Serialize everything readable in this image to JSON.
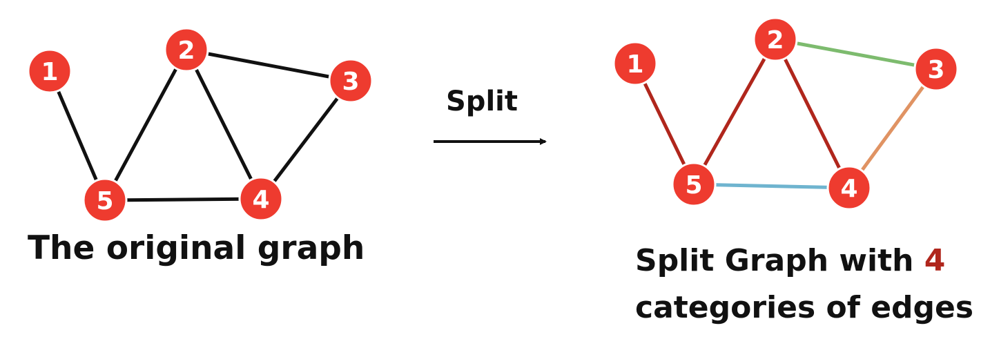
{
  "colors": {
    "node_fill": "#ee3b2f",
    "node_stroke": "#ffffff",
    "original_edge": "#111111",
    "category_1": "#b0261c",
    "category_2": "#7dbb6e",
    "category_3": "#e09363",
    "category_4": "#6fb4cf",
    "highlight_text": "#b0261c"
  },
  "split_arrow": {
    "label": "Split"
  },
  "original_graph": {
    "caption": "The original graph",
    "nodes": [
      {
        "id": "1",
        "label": "1"
      },
      {
        "id": "2",
        "label": "2"
      },
      {
        "id": "3",
        "label": "3"
      },
      {
        "id": "4",
        "label": "4"
      },
      {
        "id": "5",
        "label": "5"
      }
    ],
    "edges": [
      {
        "from": "1",
        "to": "5"
      },
      {
        "from": "2",
        "to": "5"
      },
      {
        "from": "2",
        "to": "4"
      },
      {
        "from": "2",
        "to": "3"
      },
      {
        "from": "3",
        "to": "4"
      },
      {
        "from": "5",
        "to": "4"
      }
    ]
  },
  "split_graph": {
    "caption_prefix": "Split Graph with ",
    "caption_count": "4",
    "caption_line2": "categories of edges",
    "nodes": [
      {
        "id": "1",
        "label": "1"
      },
      {
        "id": "2",
        "label": "2"
      },
      {
        "id": "3",
        "label": "3"
      },
      {
        "id": "4",
        "label": "4"
      },
      {
        "id": "5",
        "label": "5"
      }
    ],
    "edges": [
      {
        "from": "1",
        "to": "5",
        "category": "category_1"
      },
      {
        "from": "2",
        "to": "5",
        "category": "category_1"
      },
      {
        "from": "2",
        "to": "4",
        "category": "category_1"
      },
      {
        "from": "2",
        "to": "3",
        "category": "category_2"
      },
      {
        "from": "3",
        "to": "4",
        "category": "category_3"
      },
      {
        "from": "5",
        "to": "4",
        "category": "category_4"
      }
    ]
  }
}
